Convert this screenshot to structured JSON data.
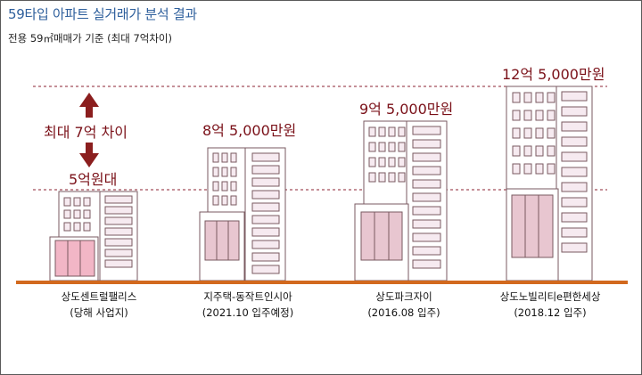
{
  "header": {
    "title": "59타입 아파트 실거래가 분석 결과",
    "subtitle": "전용 59㎡매매가 기준 (최대 7억차이)"
  },
  "annotation": {
    "gap_label": "최대 7억 차이",
    "base_label": "5억원대"
  },
  "colors": {
    "title": "#2e5f9c",
    "price_text": "#7a1018",
    "arrow": "#8b1e1e",
    "dashed_line": "#8b2030",
    "ground": "#d2691e",
    "window_fill": "#f6eaf0",
    "door_fill": "#e8c6d0",
    "target_fill": "#f2b6c6"
  },
  "buildings": [
    {
      "price": "5억원대",
      "name": "상도센트럴팰리스",
      "note": "(당해 사업지)"
    },
    {
      "price": "8억 5,000만원",
      "name": "지주택-동작트인시아",
      "note": "(2021.10 입주예정)"
    },
    {
      "price": "9억 5,000만원",
      "name": "상도파크자이",
      "note": "(2016.08 입주)"
    },
    {
      "price": "12억 5,000만원",
      "name": "상도노빌리티e편한세상",
      "note": "(2018.12 입주)"
    }
  ]
}
